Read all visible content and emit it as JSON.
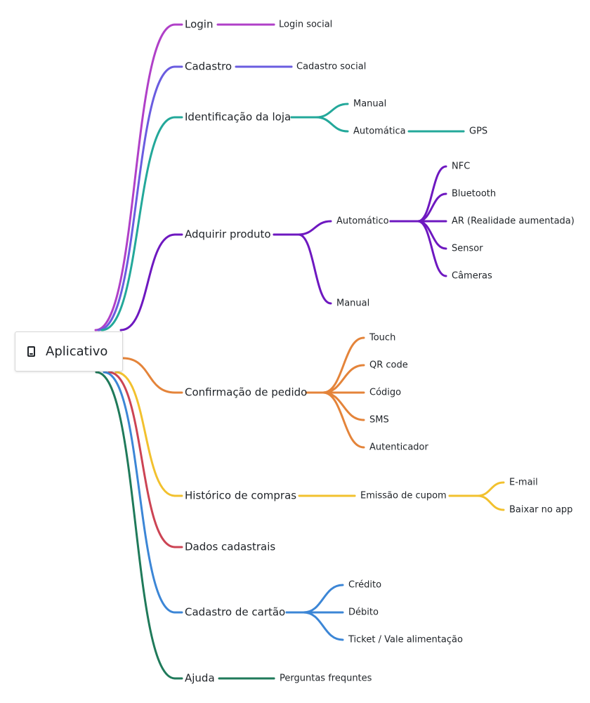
{
  "root": {
    "label": "Aplicativo",
    "icon": "tablet-icon"
  },
  "branches": [
    {
      "label": "Login",
      "color": "#b040c8",
      "children": [
        {
          "label": "Login social"
        }
      ]
    },
    {
      "label": "Cadastro",
      "color": "#6a5ce0",
      "children": [
        {
          "label": "Cadastro social"
        }
      ]
    },
    {
      "label": "Identificação da loja",
      "color": "#23a89a",
      "children": [
        {
          "label": "Manual"
        },
        {
          "label": "Automática",
          "children": [
            {
              "label": "GPS"
            }
          ]
        }
      ]
    },
    {
      "label": "Adquirir produto",
      "color": "#6e18c0",
      "children": [
        {
          "label": "Automático",
          "children": [
            {
              "label": "NFC"
            },
            {
              "label": "Bluetooth"
            },
            {
              "label": "AR (Realidade aumentada)"
            },
            {
              "label": "Sensor"
            },
            {
              "label": "Câmeras"
            }
          ]
        },
        {
          "label": "Manual"
        }
      ]
    },
    {
      "label": "Confirmação de pedido",
      "color": "#e4843a",
      "children": [
        {
          "label": "Touch"
        },
        {
          "label": "QR code"
        },
        {
          "label": "Código"
        },
        {
          "label": "SMS"
        },
        {
          "label": "Autenticador"
        }
      ]
    },
    {
      "label": "Histórico de compras",
      "color": "#f2c12e",
      "children": [
        {
          "label": "Emissão de cupom",
          "children": [
            {
              "label": "E-mail"
            },
            {
              "label": "Baixar no app"
            }
          ]
        }
      ]
    },
    {
      "label": "Dados cadastrais",
      "color": "#cc4454",
      "children": []
    },
    {
      "label": "Cadastro de cartão",
      "color": "#3c86d6",
      "children": [
        {
          "label": "Crédito"
        },
        {
          "label": "Débito"
        },
        {
          "label": "Ticket / Vale alimentação"
        }
      ]
    },
    {
      "label": "Ajuda",
      "color": "#1f7a5a",
      "children": [
        {
          "label": "Perguntas frequntes"
        }
      ]
    }
  ]
}
